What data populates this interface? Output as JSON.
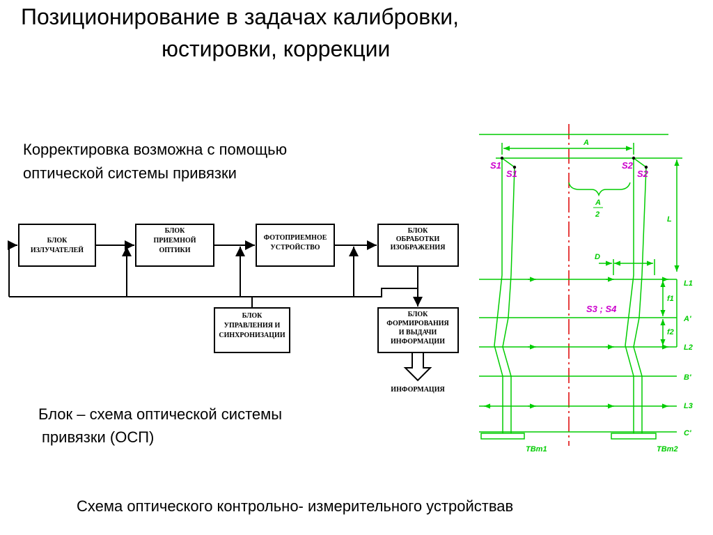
{
  "title": {
    "line1": "Позиционирование  в задачах калибровки,",
    "line2": "юстировки, коррекции"
  },
  "note": {
    "line1": "Корректировка возможна с помощью",
    "line2": "оптической системы привязки"
  },
  "block_diagram": {
    "blocks": {
      "emitters": [
        "БЛОК",
        "ИЗЛУЧАТЕЛЕЙ"
      ],
      "optics": [
        "БЛОК",
        "ПРИЕМНОЙ",
        "ОПТИКИ"
      ],
      "photo": [
        "ФОТОПРИЕМНОЕ",
        "УСТРОЙСТВО"
      ],
      "processing": [
        "БЛОК",
        "ОБРАБОТКИ",
        "ИЗОБРАЖЕНИЯ"
      ],
      "control": [
        "БЛОК",
        "УПРАВЛЕНИЯ И",
        "СИНХРОНИЗАЦИИ"
      ],
      "forming": [
        "БЛОК",
        "ФОРМИРОВАНИЯ",
        "И ВЫДАЧИ",
        "ИНФОРМАЦИИ"
      ]
    },
    "output_label": "ИНФОРМАЦИЯ"
  },
  "caption": {
    "line1": "Блок – схема оптической системы",
    "line2": "привязки (ОСП)"
  },
  "scheme": {
    "labels": {
      "A": "A",
      "A_half_num": "A",
      "A_half_den": "2",
      "D": "D",
      "L": "L",
      "S1": "S1",
      "S1p": "S1",
      "S2": "S2",
      "S2p": "S2",
      "L1": "L1",
      "A_prime": "A'",
      "L2": "L2",
      "B_prime": "B'",
      "L3": "L3",
      "C_prime": "C'",
      "f1": "f1",
      "f2": "f2",
      "S3S4": "S3 ; S4",
      "TBm1": "TBm1",
      "TBm2": "TBm2"
    },
    "colors": {
      "green": "#00cc00",
      "magenta": "#cc00cc",
      "red": "#dd0000"
    }
  },
  "bottom_caption": "Схема оптического контрольно- измерительного устройствав"
}
